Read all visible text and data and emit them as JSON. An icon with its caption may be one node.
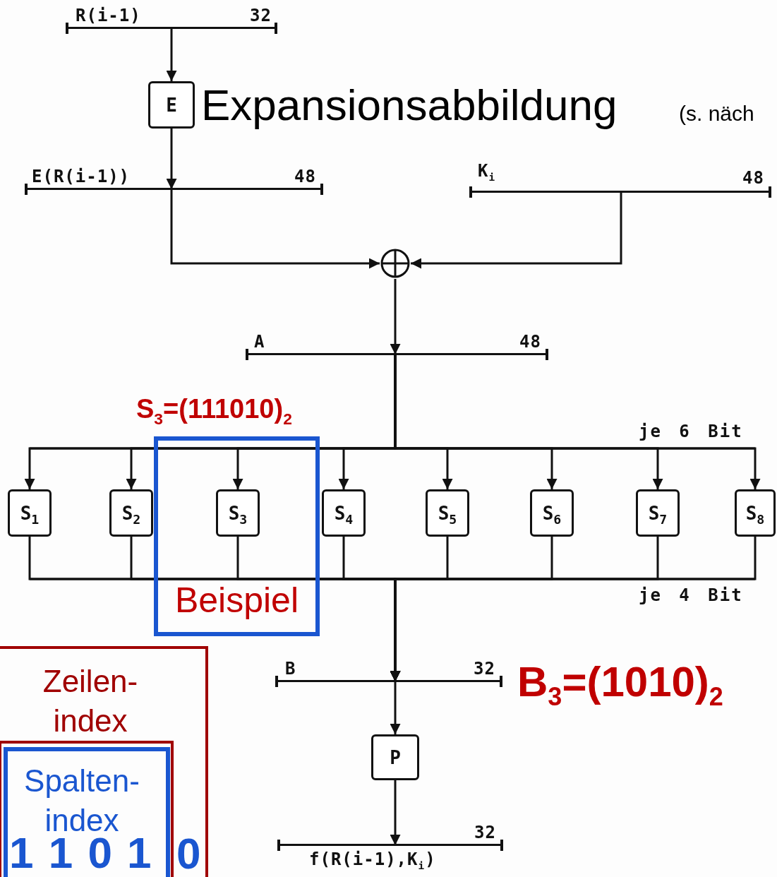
{
  "diagram": {
    "nodes": [
      {
        "text": [
          "R(i-1)",
          "32"
        ]
      },
      {
        "text": [
          "E"
        ],
        "beside": [
          "Expansionsabbildung"
        ]
      },
      {
        "text": [
          "E(R(i-1))",
          "48"
        ]
      },
      {
        "text": [
          "K$_{i}$",
          "48"
        ]
      },
      {
        "text": [],
        "shape": "circle"
      },
      {
        "text": [
          "A",
          "48"
        ]
      },
      {
        "text": [
          "Beispiel"
        ]
      },
      {
        "text": [
          "S$_{1}$"
        ]
      },
      {
        "text": [
          "S$_{2}$"
        ]
      },
      {
        "text": [
          "S$_{3}$"
        ],
        "in": 6
      },
      {
        "text": [
          "S$_{4}$"
        ]
      },
      {
        "text": [
          "S$_{5}$"
        ]
      },
      {
        "text": [
          "S$_{6}$"
        ]
      },
      {
        "text": [
          "S$_{7}$"
        ]
      },
      {
        "text": [
          "S$_{8}$"
        ]
      },
      {
        "text": [
          "B",
          "32"
        ]
      },
      {
        "text": [
          "P"
        ]
      },
      {
        "text": [
          "32",
          "f(R(i-1),K$_{i}$)"
        ]
      },
      {
        "text": [
          "Zeilen- index",
          "0"
        ]
      },
      {
        "text": [],
        "shape": "box",
        "in": 18
      },
      {
        "text": [
          "Spalten- index",
          "1 1 0 1"
        ],
        "in": 19
      }
    ],
    "edges": [
      {
        "from": 0,
        "to": 1,
        "arrow": "to"
      },
      {
        "from": 1,
        "to": 2,
        "arrow": "to"
      },
      {
        "from": 2,
        "to": 4,
        "arrow": "to"
      },
      {
        "from": 3,
        "to": 4,
        "arrow": "to"
      },
      {
        "from": 4,
        "to": 5,
        "arrow": "to"
      },
      {
        "from": 5,
        "to": 7,
        "arrow": "to"
      },
      {
        "from": 5,
        "to": 8,
        "arrow": "to"
      },
      {
        "from": 5,
        "to": 9,
        "arrow": "to"
      },
      {
        "from": 5,
        "to": 10,
        "arrow": "to"
      },
      {
        "from": 5,
        "to": 11,
        "arrow": "to"
      },
      {
        "from": 5,
        "to": 12,
        "arrow": "to"
      },
      {
        "from": 5,
        "to": 13,
        "arrow": "to"
      },
      {
        "from": 5,
        "to": 14,
        "arrow": "to"
      },
      {
        "from": 7,
        "to": 15,
        "arrow": "to"
      },
      {
        "from": 8,
        "to": 15,
        "arrow": "to"
      },
      {
        "from": 9,
        "to": 15,
        "arrow": "to"
      },
      {
        "from": 10,
        "to": 15,
        "arrow": "to"
      },
      {
        "from": 11,
        "to": 15,
        "arrow": "to"
      },
      {
        "from": 12,
        "to": 15,
        "arrow": "to"
      },
      {
        "from": 13,
        "to": 15,
        "arrow": "to"
      },
      {
        "from": 14,
        "to": 15,
        "arrow": "to"
      },
      {
        "from": 15,
        "to": 16,
        "arrow": "to"
      },
      {
        "from": 16,
        "to": 17,
        "arrow": "to"
      }
    ],
    "labels": [
      "(s. näch",
      "S$_{3}$=(111010)$_{2}$",
      "je 6 Bit",
      "je 4 Bit",
      "B$_{3}$=(1010)$_{2}$"
    ]
  }
}
